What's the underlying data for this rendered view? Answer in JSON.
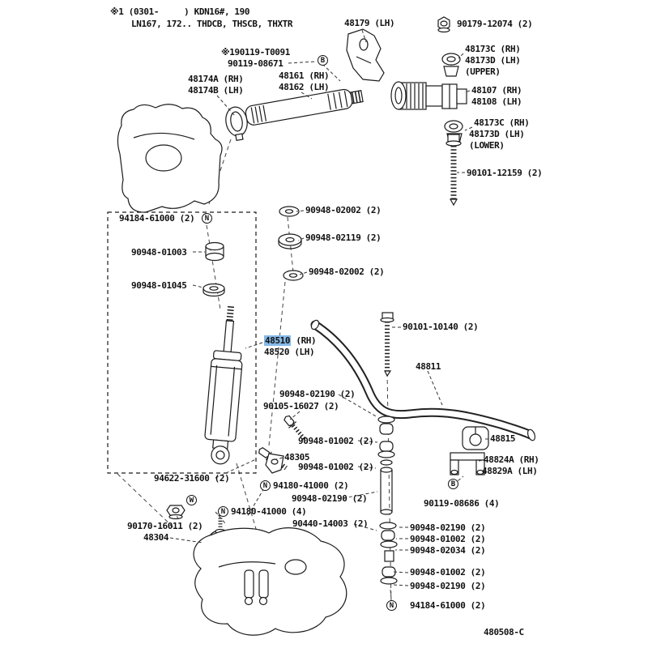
{
  "notes": {
    "note1": "※1 (0301-     ) KDN16#, 190",
    "note2": "LN167, 172.. THDCB, THSCB, THXTR"
  },
  "doc_code": "480508-C",
  "highlight_color": "#86b9e8",
  "badges": {
    "b_top": "B",
    "n_top": "N",
    "n_link_upper": "N",
    "n_link_lower": "N",
    "b_right": "B",
    "n_bottom": "N",
    "w_left": "W"
  },
  "labels": {
    "p48179": "48179 (LH)",
    "p90179_12074": "90179-12074 (2)",
    "p190119_t0091": "※190119-T0091",
    "p90119_08671": "90119-08671",
    "p48173c_upper": "48173C (RH)",
    "p48173d_upper": "48173D (LH)",
    "upper_note": "(UPPER)",
    "p48174a": "48174A (RH)",
    "p48174b": "48174B (LH)",
    "p48161": "48161 (RH)",
    "p48162": "48162 (LH)",
    "p48107": "48107 (RH)",
    "p48108": "48108 (LH)",
    "p48173c_lower": "48173C (RH)",
    "p48173d_lower": "48173D (LH)",
    "lower_note": "(LOWER)",
    "p90101_12159": "90101-12159 (2)",
    "p94184_61000_top": "94184-61000 (2)",
    "p90948_02002_a": "90948-02002 (2)",
    "p90948_02119": "90948-02119 (2)",
    "p90948_01003": "90948-01003",
    "p90948_02002_b": "90948-02002 (2)",
    "p90948_01045": "90948-01045",
    "p90101_10140": "90101-10140 (2)",
    "p48510_num": "48510",
    "p48510_side": " (RH)",
    "p48520": "48520 (LH)",
    "p48811": "48811",
    "p90948_02190_a": "90948-02190 (2)",
    "p90105_16027": "90105-16027 (2)",
    "p90948_01002_a": "90948-01002 (2)",
    "p48815": "48815",
    "p48305": "48305",
    "p90948_01002_b": "90948-01002 (2)",
    "p48824a": "48824A (RH)",
    "p48829a": "48829A (LH)",
    "p94622_31600": "94622-31600 (2)",
    "p94180_41000_a": "94180-41000 (2)",
    "p90948_02190_b": "90948-02190 (2)",
    "p90119_08686": "90119-08686 (4)",
    "p94180_41000_b": "94180-41000 (4)",
    "p90170_16011": "90170-16011 (2)",
    "p90440_14003": "90440-14003 (2)",
    "p48304": "48304",
    "p90948_02190_c": "90948-02190 (2)",
    "p90948_01002_c": "90948-01002 (2)",
    "p90948_02034": "90948-02034 (2)",
    "p90948_01002_d": "90948-01002 (2)",
    "p90948_02190_d": "90948-02190 (2)",
    "p94184_61000_bottom": "94184-61000 (2)"
  }
}
